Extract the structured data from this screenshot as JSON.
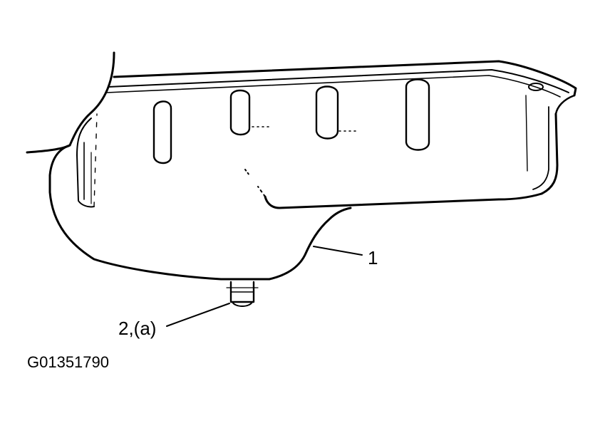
{
  "callouts": {
    "oil_pan": "1",
    "drain_plug": "2,(a)"
  },
  "figure_id": "G01351790",
  "colors": {
    "line": "#000000",
    "background": "#ffffff"
  }
}
